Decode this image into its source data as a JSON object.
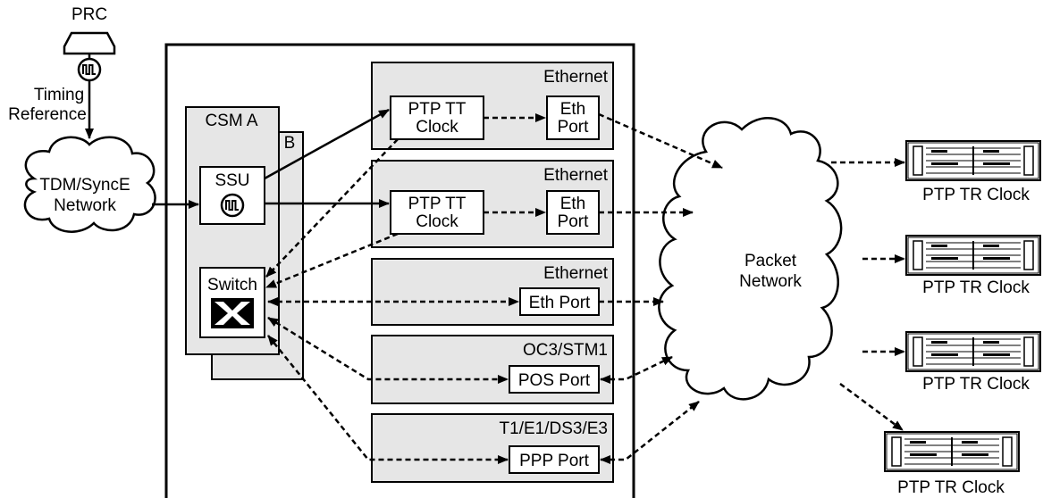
{
  "prc": {
    "label": "PRC",
    "timing_reference_line1": "Timing",
    "timing_reference_line2": "Reference"
  },
  "tdm_network": {
    "line1": "TDM/SyncE",
    "line2": "Network"
  },
  "csm": {
    "a_label": "CSM A",
    "b_label": "B",
    "ssu_label": "SSU",
    "switch_label": "Switch"
  },
  "cards": [
    {
      "title": "Ethernet",
      "clock_line1": "PTP TT",
      "clock_line2": "Clock",
      "port_line1": "Eth",
      "port_line2": "Port"
    },
    {
      "title": "Ethernet",
      "clock_line1": "PTP TT",
      "clock_line2": "Clock",
      "port_line1": "Eth",
      "port_line2": "Port"
    },
    {
      "title": "Ethernet",
      "port_label": "Eth Port"
    },
    {
      "title": "OC3/STM1",
      "port_label": "POS Port"
    },
    {
      "title": "T1/E1/DS3/E3",
      "port_label": "PPP Port"
    }
  ],
  "packet_network": {
    "line1": "Packet",
    "line2": "Network"
  },
  "tr_clocks": [
    {
      "label": "PTP TR Clock"
    },
    {
      "label": "PTP TR Clock"
    },
    {
      "label": "PTP TR Clock"
    },
    {
      "label": "PTP TR Clock"
    }
  ],
  "colors": {
    "card_fill": "#e6e6e6",
    "line": "#000000",
    "background": "#ffffff"
  }
}
